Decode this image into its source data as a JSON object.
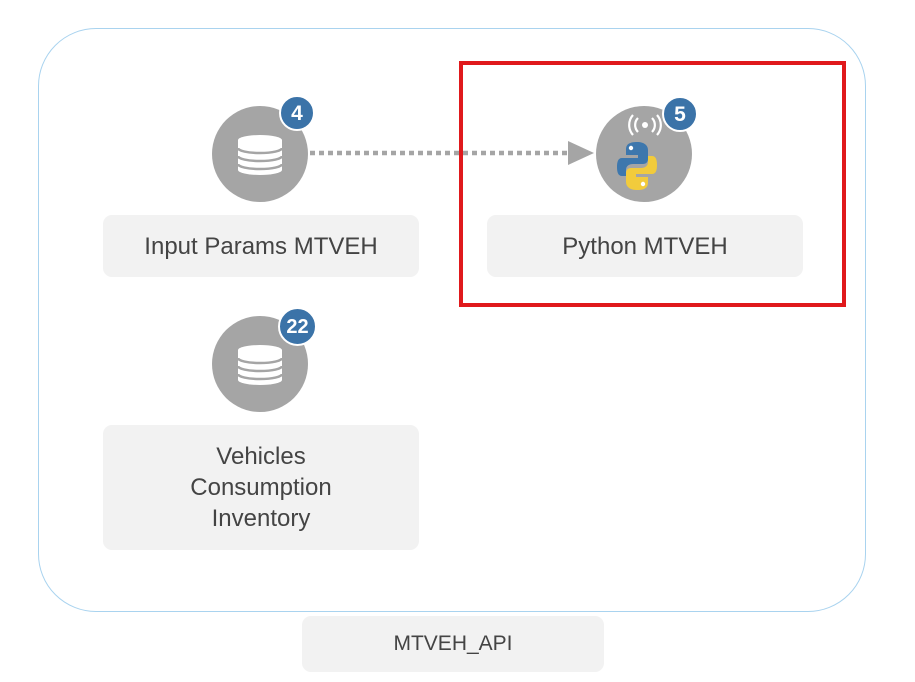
{
  "nodes": {
    "input_params": {
      "label": "Input Params MTVEH",
      "badge": "4",
      "icon": "database-icon"
    },
    "python": {
      "label": "Python MTVEH",
      "badge": "5",
      "icon": "python-icon",
      "status_icon": "broadcast-icon"
    },
    "vehicles": {
      "label_lines": [
        "Vehicles",
        "Consumption",
        "Inventory"
      ],
      "badge": "22",
      "icon": "database-icon"
    }
  },
  "edges": [
    {
      "from": "Input Params MTVEH",
      "to": "Python MTVEH",
      "style": "dotted"
    }
  ],
  "group": {
    "label": "MTVEH_API"
  },
  "highlight": {
    "target": "Python MTVEH",
    "color": "#e0191c"
  },
  "colors": {
    "badge": "#3b73a8",
    "node": "#a5a5a5",
    "label_bg": "#f2f2f2",
    "container_border": "#a9d3ef",
    "connector": "#a5a5a5"
  }
}
